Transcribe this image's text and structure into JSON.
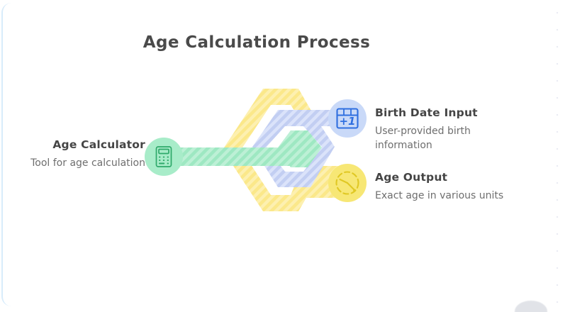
{
  "page": {
    "title": "Age Calculation Process",
    "background_color": "#ffffff",
    "dot_grid_color": "#e1e4ee",
    "card_border_color": "#d8ecfb"
  },
  "palette": {
    "outer_hex": "#fbe88a",
    "middle_hex": "#c2cef2",
    "inner_hex": "#9ee8c2",
    "calculator_green": "#2fa96a",
    "calendar_blue": "#2f6fe0",
    "clock_yellow": "#e8cf2a",
    "heading_text": "#454545",
    "body_text": "#6e6e6e",
    "title_text": "#4a4a4a"
  },
  "nodes": [
    {
      "id": "age-calculator",
      "title": "Age Calculator",
      "description": "Tool for age calculation",
      "icon": "calculator-icon",
      "icon_color": "#2fa96a",
      "badge_color": "#a8ecc9",
      "ring_color": "#9ee8c2",
      "side": "left"
    },
    {
      "id": "birth-date-input",
      "title": "Birth Date Input",
      "description": "User-provided birth information",
      "icon": "calendar-plus-one-icon",
      "icon_label": "+1",
      "icon_color": "#2f6fe0",
      "badge_color": "#c2d4f7",
      "ring_color": "#c2cef2",
      "side": "right"
    },
    {
      "id": "age-output",
      "title": "Age Output",
      "description": "Exact age in various units",
      "icon": "clock-icon",
      "icon_color": "#e8cf2a",
      "badge_color": "#f7e775",
      "ring_color": "#fbe88a",
      "side": "right"
    }
  ]
}
